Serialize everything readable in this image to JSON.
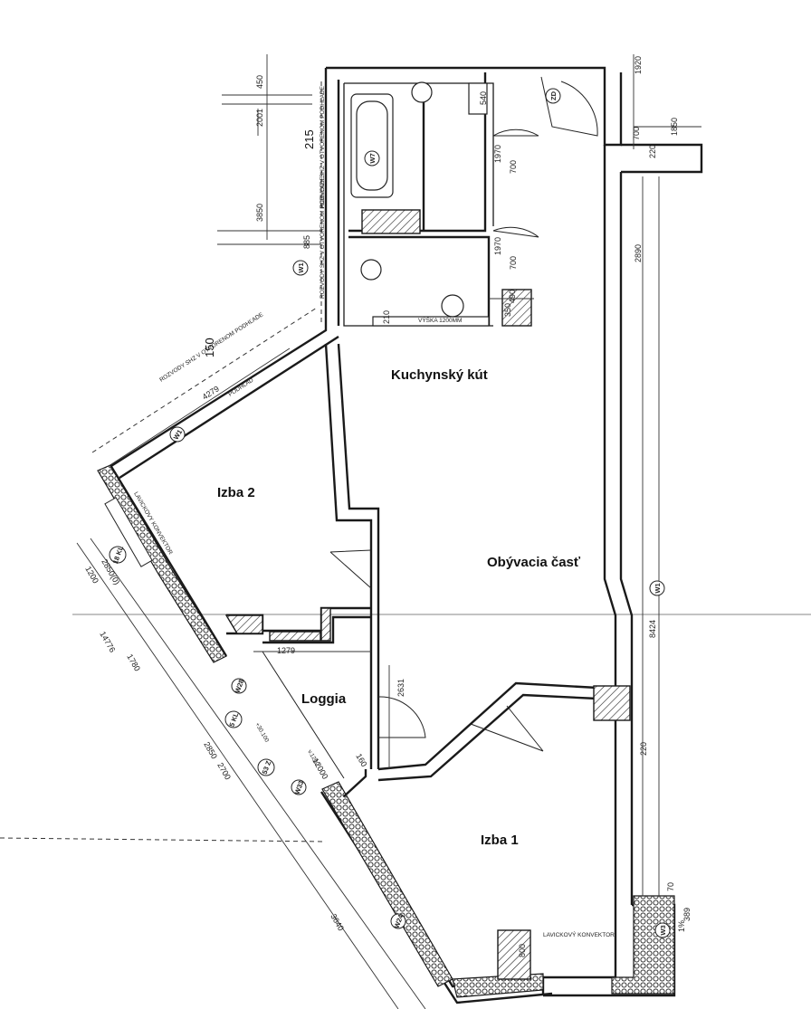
{
  "rooms": {
    "kitchen": "Kuchynský kút",
    "room2": "Izba 2",
    "living": "Obývacia časť",
    "loggia": "Loggia",
    "room1": "Izba 1"
  },
  "tags": {
    "w1_a": "W1",
    "w1_b": "W1",
    "w1_c": "W1",
    "w7": "W7",
    "zd": "ZD",
    "w28": "W28",
    "w33": "W33",
    "w24": "W24",
    "w3": "W3",
    "kl5": "5 KL",
    "z53": "53 Z",
    "kl18": "18 KL"
  },
  "notes": {
    "shz_v_otvorenom": "ROZVODY SHZ V OTVORENOM PODHĽADE",
    "shz_v_otvorenom_2": "ROZVODY SHZ V OTVORENOM PODHĽADE",
    "shz_diag": "ROZVODY SHZ V OTVORENOM PODHĽADE",
    "podhlad": "PODHĽAD",
    "konvektor_a": "LAVICKOVY KONVEKTOR",
    "konvektor_b": "LAVICKOVÝ KONVEKTOR",
    "vyska": "VÝŠKA 1200MM",
    "level": "+30.100",
    "v1200": "v.1200"
  },
  "dims": {
    "d_1920": "1920",
    "d_450": "450",
    "d_2001": "2001",
    "d_215": "215",
    "d_3850": "3850",
    "d_885": "885",
    "d_150": "150",
    "d_540": "540",
    "d_700a": "700",
    "d_1970a": "1970",
    "d_700b": "700",
    "d_1970b": "1970",
    "d_1850": "1850",
    "d_700c": "700",
    "d_220a": "220",
    "d_2890": "2890",
    "d_4279": "4279",
    "d_490": "490",
    "d_350": "350",
    "d_210": "210",
    "d_8424": "8424",
    "d_1279": "1279",
    "d_2631": "2631",
    "d_220b": "220",
    "d_1200": "1200",
    "d_2850": "2850(0)",
    "d_14776": "14776",
    "d_1780": "1780",
    "d_2850b": "2850",
    "d_2700": "2700",
    "d_12000": "12000",
    "d_160": "160",
    "d_3640": "3640",
    "d_70": "70",
    "d_389": "389",
    "d_1pct": "1%",
    "d_800": "800"
  }
}
